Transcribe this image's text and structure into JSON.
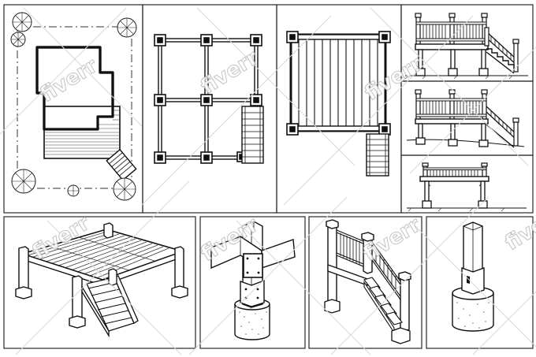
{
  "sheet": {
    "watermark_text": "fiverr",
    "panels": [
      {
        "id": "site-plan",
        "title": ""
      },
      {
        "id": "footing-post-layout",
        "title": ""
      },
      {
        "id": "framing-plan",
        "title": ""
      },
      {
        "id": "elevation-rear",
        "title": ""
      },
      {
        "id": "elevation-side",
        "title": ""
      },
      {
        "id": "elevation-front",
        "title": ""
      },
      {
        "id": "isometric-deck",
        "title": ""
      },
      {
        "id": "beam-post-connection-detail",
        "title": ""
      },
      {
        "id": "stair-railing-detail",
        "title": ""
      },
      {
        "id": "post-footing-detail",
        "title": ""
      }
    ]
  }
}
